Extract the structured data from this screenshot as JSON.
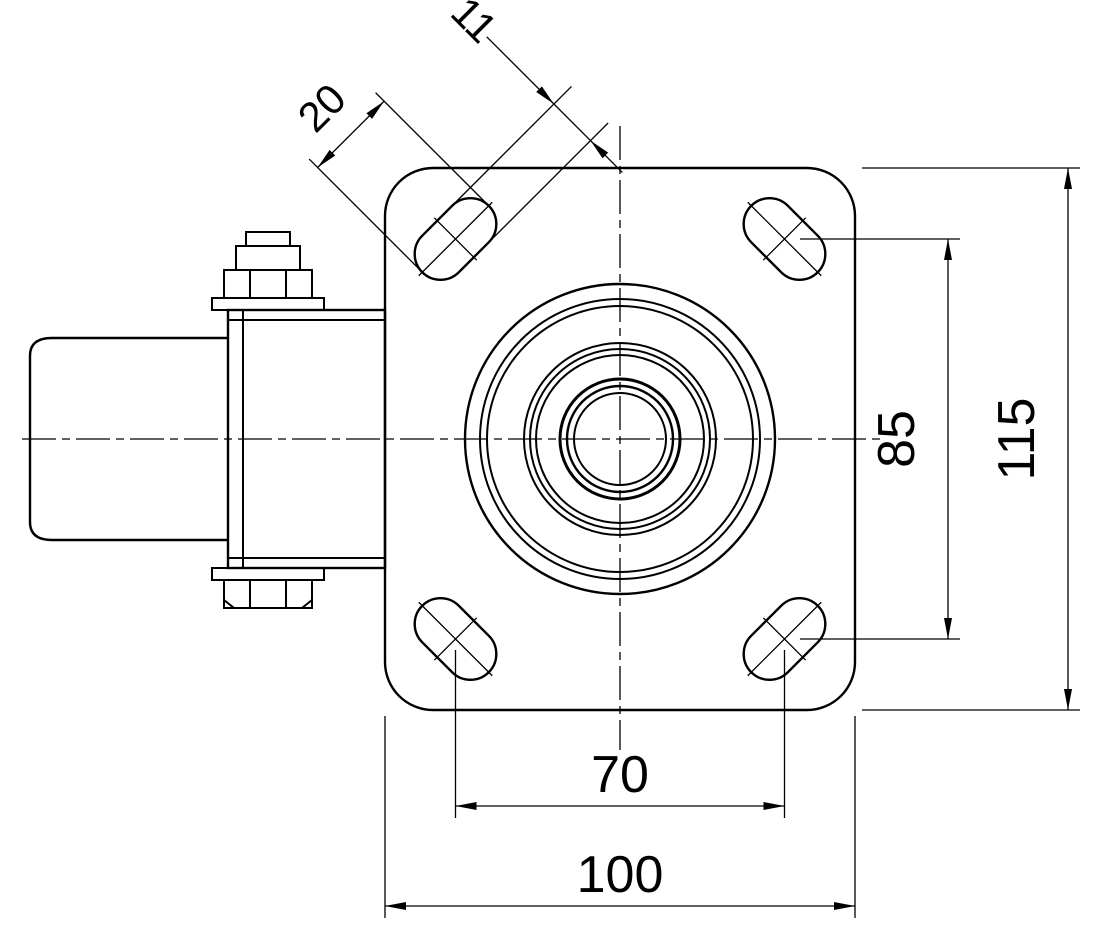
{
  "drawing": {
    "line_color": "#000000",
    "background_color": "#ffffff",
    "dimensions": {
      "slot_width": "11",
      "slot_length": "20",
      "bolt_hole_spacing_vertical": "85",
      "overall_plate_height": "115",
      "bolt_hole_spacing_horizontal": "70",
      "overall_plate_width": "100"
    }
  }
}
